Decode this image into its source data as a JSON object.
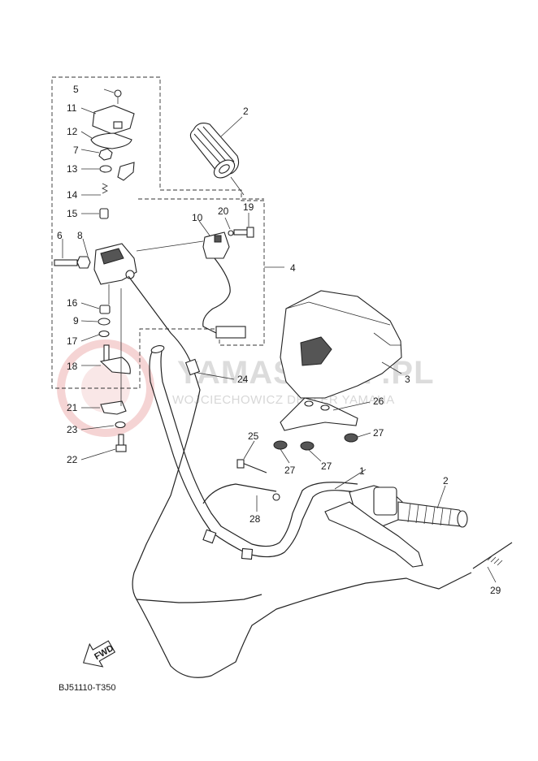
{
  "diagram": {
    "code": "BJ51110-T350",
    "fwd_label": "FWD",
    "watermark": {
      "title": "YAMASKLEP.PL",
      "subtitle": "WOJCIECHOWICZ DEALER YAMAHA"
    },
    "callouts": [
      {
        "id": "c1",
        "label": "1"
      },
      {
        "id": "c2a",
        "label": "2"
      },
      {
        "id": "c2b",
        "label": "2"
      },
      {
        "id": "c3",
        "label": "3"
      },
      {
        "id": "c4",
        "label": "4"
      },
      {
        "id": "c5",
        "label": "5"
      },
      {
        "id": "c6",
        "label": "6"
      },
      {
        "id": "c7",
        "label": "7"
      },
      {
        "id": "c8",
        "label": "8"
      },
      {
        "id": "c9",
        "label": "9"
      },
      {
        "id": "c10",
        "label": "10"
      },
      {
        "id": "c11",
        "label": "11"
      },
      {
        "id": "c12",
        "label": "12"
      },
      {
        "id": "c13",
        "label": "13"
      },
      {
        "id": "c14",
        "label": "14"
      },
      {
        "id": "c15",
        "label": "15"
      },
      {
        "id": "c16",
        "label": "16"
      },
      {
        "id": "c17",
        "label": "17"
      },
      {
        "id": "c18",
        "label": "18"
      },
      {
        "id": "c19",
        "label": "19"
      },
      {
        "id": "c20",
        "label": "20"
      },
      {
        "id": "c21",
        "label": "21"
      },
      {
        "id": "c22",
        "label": "22"
      },
      {
        "id": "c23",
        "label": "23"
      },
      {
        "id": "c24",
        "label": "24"
      },
      {
        "id": "c25",
        "label": "25"
      },
      {
        "id": "c26",
        "label": "26"
      },
      {
        "id": "c27a",
        "label": "27"
      },
      {
        "id": "c27b",
        "label": "27"
      },
      {
        "id": "c27c",
        "label": "27"
      },
      {
        "id": "c28",
        "label": "28"
      },
      {
        "id": "c29",
        "label": "29"
      }
    ]
  }
}
